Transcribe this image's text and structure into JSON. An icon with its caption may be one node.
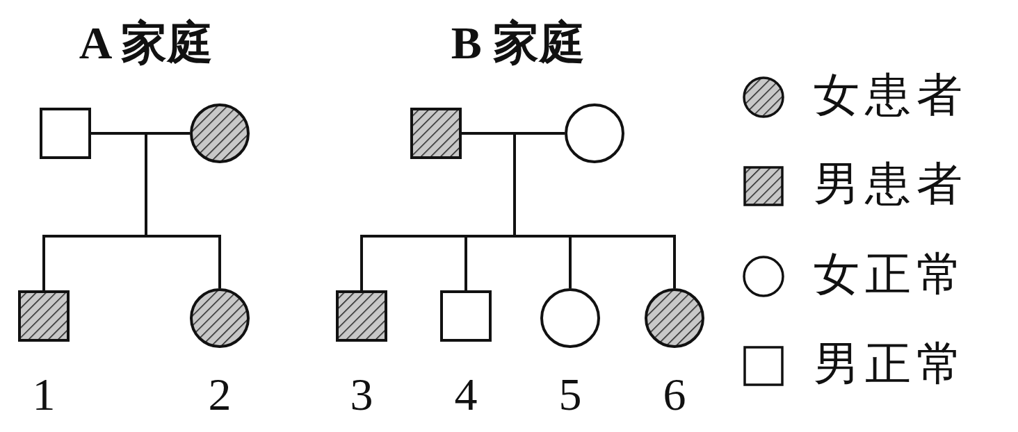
{
  "diagram": {
    "nodes": [
      {
        "text": [],
        "shape": "box"
      },
      {
        "text": [],
        "shape": "hatched-circle"
      },
      {
        "text": [],
        "shape": "hatched-box",
        "beside": [
          "1"
        ]
      },
      {
        "text": [],
        "shape": "hatched-circle",
        "beside": [
          "2"
        ]
      },
      {
        "text": [],
        "shape": "hatched-box"
      },
      {
        "text": [],
        "shape": "circle"
      },
      {
        "text": [],
        "shape": "hatched-box",
        "beside": [
          "3"
        ]
      },
      {
        "text": [],
        "shape": "box",
        "beside": [
          "4"
        ]
      },
      {
        "text": [],
        "shape": "circle",
        "beside": [
          "5"
        ]
      },
      {
        "text": [],
        "shape": "hatched-circle",
        "beside": [
          "6"
        ]
      }
    ],
    "edges": [
      {
        "from": 0,
        "to": 1,
        "arrow": "none"
      },
      {
        "from": null,
        "to": 2,
        "arrow": "none"
      },
      {
        "from": null,
        "to": 3,
        "arrow": "none"
      },
      {
        "from": 4,
        "to": 5,
        "arrow": "none"
      },
      {
        "from": null,
        "to": 6,
        "arrow": "none"
      },
      {
        "from": null,
        "to": 7,
        "arrow": "none"
      },
      {
        "from": null,
        "to": 8,
        "arrow": "none"
      },
      {
        "from": null,
        "to": 9,
        "arrow": "none"
      }
    ],
    "labels": [
      "A 家庭",
      "B 家庭"
    ],
    "legend": [
      {
        "text": "女患者"
      },
      {
        "text": "男患者"
      },
      {
        "text": "女正常"
      },
      {
        "text": "男正常"
      }
    ]
  }
}
